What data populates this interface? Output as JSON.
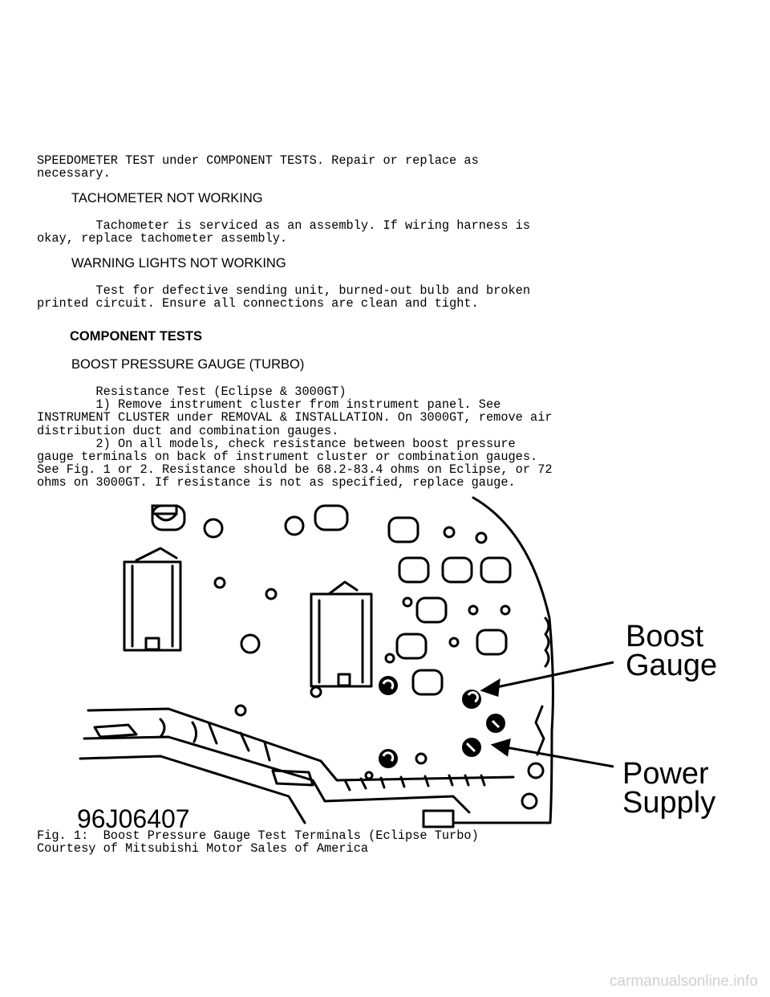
{
  "intro_text": "SPEEDOMETER TEST under COMPONENT TESTS. Repair or replace as\nnecessary.",
  "tach": {
    "heading": "TACHOMETER NOT WORKING",
    "body": "        Tachometer is serviced as an assembly. If wiring harness is\nokay, replace tachometer assembly."
  },
  "warning": {
    "heading": "WARNING LIGHTS NOT WORKING",
    "body": "        Test for defective sending unit, burned-out bulb and broken\nprinted circuit. Ensure all connections are clean and tight."
  },
  "component_tests": {
    "heading": "COMPONENT TESTS"
  },
  "boost": {
    "heading": "BOOST PRESSURE GAUGE (TURBO)",
    "body": "        Resistance Test (Eclipse & 3000GT)\n        1) Remove instrument cluster from instrument panel. See\nINSTRUMENT CLUSTER under REMOVAL & INSTALLATION. On 3000GT, remove air\ndistribution duct and combination gauges.\n        2) On all models, check resistance between boost pressure\ngauge terminals on back of instrument cluster or combination gauges.\nSee Fig. 1 or 2. Resistance should be 68.2-83.4 ohms on Eclipse, or 72\nohms on 3000GT. If resistance is not as specified, replace gauge."
  },
  "figure": {
    "label_boost": "Boost\nGauge",
    "label_power": "Power\nSupply",
    "code": "96J06407",
    "caption": "Fig. 1:  Boost Pressure Gauge Test Terminals (Eclipse Turbo)\nCourtesy of Mitsubishi Motor Sales of America"
  },
  "footer": "carmanualsonline.info"
}
